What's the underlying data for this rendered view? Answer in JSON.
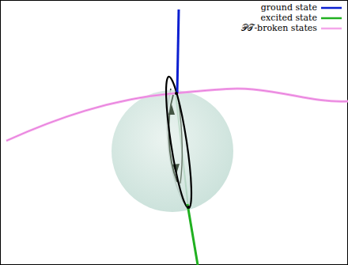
{
  "diagram": {
    "legend": [
      {
        "text": "ground state"
      },
      {
        "text": "excited state"
      },
      {
        "text": "𝒫𝒯-broken states"
      }
    ]
  }
}
